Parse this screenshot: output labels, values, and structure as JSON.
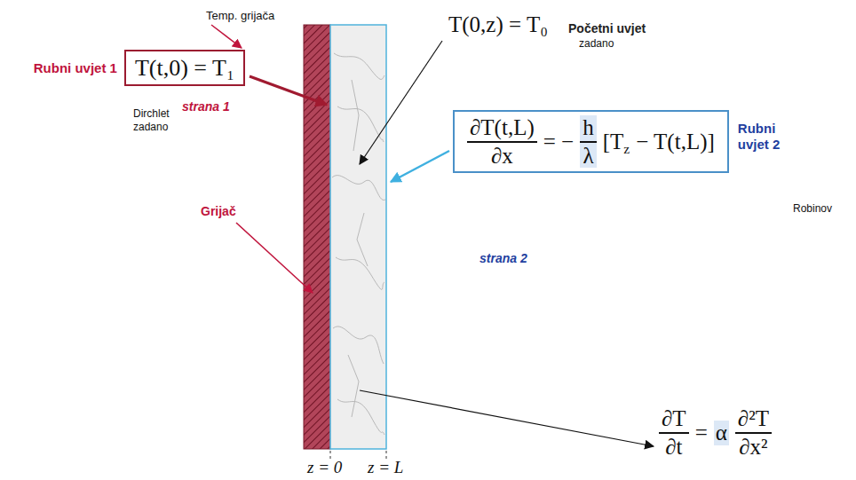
{
  "diagram": {
    "nodes": [
      {
        "text": [
          "Rubni uvjet 1",
          "T(t,0) = T₁"
        ]
      },
      {
        "text": [
          "∂T(t,L)",
          "∂x",
          "= −",
          "h",
          "λ",
          "[T",
          "z",
          "− T(t,L)]",
          "Rubni uvjet 2"
        ]
      }
    ],
    "labels": [
      "Temp. grijača",
      "Dirchlet",
      "zadano",
      "strana 1",
      "Grijač",
      "T(0,z) = T₀",
      "Početni uvjet",
      "zadano",
      "Robinov",
      "strana 2",
      "z = 0",
      "z = L",
      "∂T",
      "∂t",
      "=",
      "α",
      "∂²T",
      "∂x²"
    ]
  }
}
